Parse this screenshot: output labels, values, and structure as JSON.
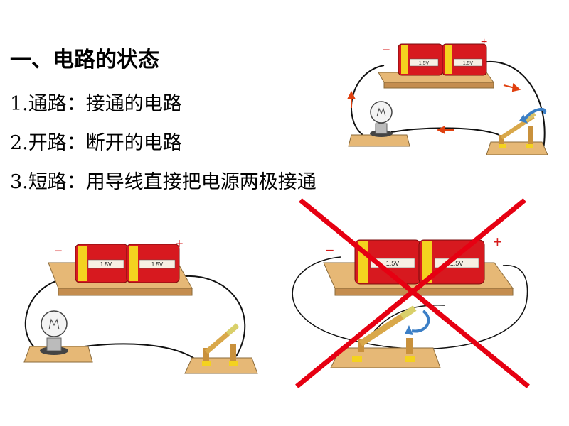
{
  "heading": "一、电路的状态",
  "items": [
    "1.通路：接通的电路",
    "2.开路：断开的电路",
    "3.短路：用导线直接把电源两极接通"
  ],
  "battery_label": "1.5V",
  "minus_sign": "−",
  "plus_sign": "+",
  "colors": {
    "battery_red": "#d7191f",
    "battery_band": "#f4d21f",
    "board": "#e6b876",
    "arrow": "#e0400f",
    "curl_arrow": "#3c7fc6",
    "cross": "#e60012"
  }
}
